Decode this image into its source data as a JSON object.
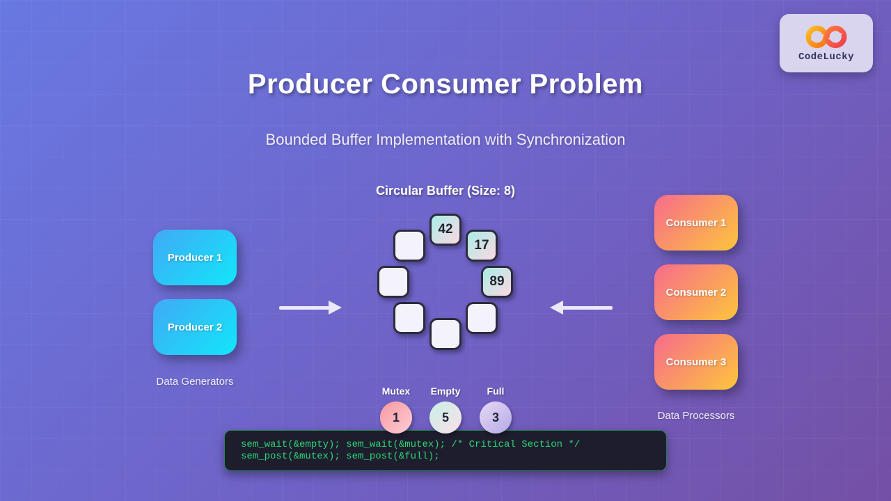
{
  "page": {
    "title": "Producer Consumer Problem",
    "subtitle": "Bounded Buffer Implementation with Synchronization"
  },
  "logo": {
    "brand": "CodeLucky",
    "icon": "infinity-icon"
  },
  "producers": {
    "caption": "Data Generators",
    "items": [
      {
        "label": "Producer 1"
      },
      {
        "label": "Producer 2"
      }
    ]
  },
  "consumers": {
    "caption": "Data Processors",
    "items": [
      {
        "label": "Consumer 1"
      },
      {
        "label": "Consumer 2"
      },
      {
        "label": "Consumer 3"
      }
    ]
  },
  "buffer": {
    "title": "Circular Buffer (Size: 8)",
    "size": 8,
    "slots": [
      {
        "value": "42",
        "filled": true
      },
      {
        "value": "17",
        "filled": true
      },
      {
        "value": "89",
        "filled": true
      },
      {
        "filled": false
      },
      {
        "filled": false
      },
      {
        "filled": false
      },
      {
        "filled": false
      },
      {
        "filled": false
      }
    ]
  },
  "semaphores": {
    "items": [
      {
        "name": "Mutex",
        "value": "1"
      },
      {
        "name": "Empty",
        "value": "5"
      },
      {
        "name": "Full",
        "value": "3"
      }
    ]
  },
  "code": {
    "lines": [
      "sem_wait(&empty); sem_wait(&mutex); /* Critical Section */",
      "sem_post(&mutex); sem_post(&full);"
    ]
  },
  "colors": {
    "background_start": "#6879e2",
    "background_end": "#7450a5",
    "producer_start": "#41a9f5",
    "producer_end": "#12e6fa",
    "consumer_start": "#f76b8c",
    "consumer_end": "#fdc53c",
    "slot_filled_start": "#a9ede5",
    "slot_filled_end": "#fdd8e4",
    "slot_empty": "#f4f3fb",
    "mutex_circle": "#f9989e",
    "empty_circle": "#c6f0e6",
    "full_circle": "#b5abe6",
    "code_text": "#2ed573",
    "code_background": "#1d1d2e"
  }
}
